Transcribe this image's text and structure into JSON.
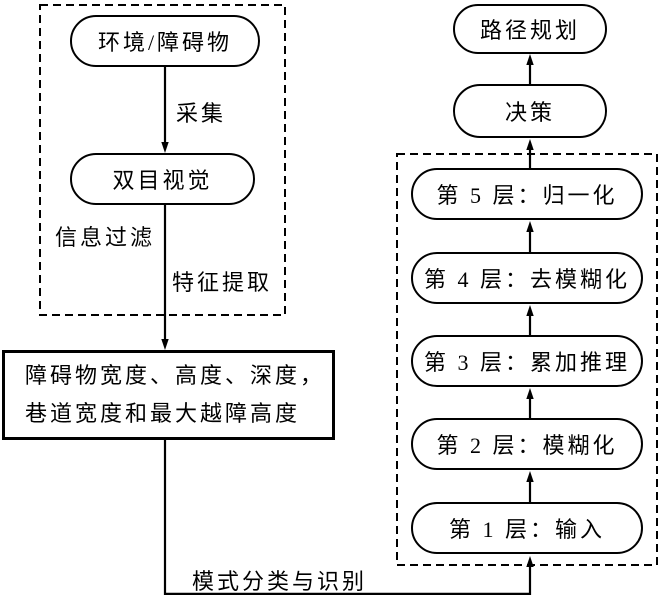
{
  "flow": {
    "colors": {
      "stroke": "#000000",
      "background": "#ffffff"
    },
    "left_group": {
      "environment_node": "环境/障碍物",
      "collect_edge_label": "采集",
      "binocular_node": "双目视觉",
      "info_filter_label": "信息过滤",
      "feature_extract_label": "特征提取"
    },
    "obstacle_box": {
      "line1": "障碍物宽度、高度、深度，",
      "line2": "巷道宽度和最大越障高度"
    },
    "pattern_edge_label": "模式分类与识别",
    "right_group": {
      "path_planning_node": "路径规划",
      "decision_node": "决策",
      "layer_nodes": [
        "第 5 层：归一化",
        "第 4 层：去模糊化",
        "第 3 层：累加推理",
        "第 2 层：模糊化",
        "第 1 层：输入"
      ]
    }
  }
}
